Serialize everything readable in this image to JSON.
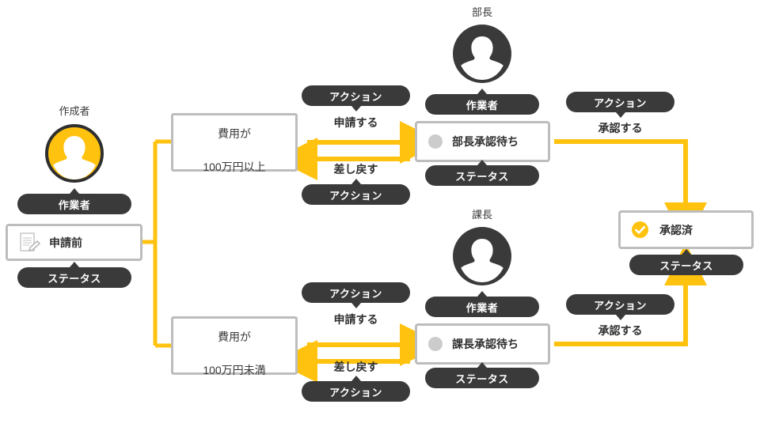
{
  "diagram": {
    "title": "",
    "colors": {
      "accent_yellow": "#FFC20E",
      "dark": "#3A3A3A",
      "border_gray": "#BDBDBD",
      "dot_gray": "#CCCCCC",
      "background": "#FFFFFF"
    },
    "actors": [
      {
        "id": "creator",
        "caption": "作成者",
        "role_pill": "作業者",
        "avatar_style": "yellow"
      },
      {
        "id": "bucho",
        "caption": "部長",
        "role_pill": "作業者",
        "avatar_style": "dark"
      },
      {
        "id": "kacho",
        "caption": "課長",
        "role_pill": "作業者",
        "avatar_style": "dark"
      }
    ],
    "statuses": [
      {
        "id": "before-apply",
        "label": "申請前",
        "pill": "ステータス",
        "icon": "document-pencil-icon"
      },
      {
        "id": "wait-bucho",
        "label": "部長承認待ち",
        "pill": "ステータス",
        "icon": "gray-dot-icon"
      },
      {
        "id": "wait-kacho",
        "label": "課長承認待ち",
        "pill": "ステータス",
        "icon": "gray-dot-icon"
      },
      {
        "id": "approved",
        "label": "承認済",
        "pill": "ステータス",
        "icon": "check-circle-icon"
      }
    ],
    "decisions": [
      {
        "id": "cost-high",
        "line1": "費用が",
        "line2": "100万円以上"
      },
      {
        "id": "cost-low",
        "line1": "費用が",
        "line2": "100万円未満"
      }
    ],
    "transitions": [
      {
        "id": "apply-high",
        "pill": "アクション",
        "label": "申請する",
        "direction": "right"
      },
      {
        "id": "return-high",
        "pill": "アクション",
        "label": "差し戻す",
        "direction": "left"
      },
      {
        "id": "approve-high",
        "pill": "アクション",
        "label": "承認する",
        "direction": "right"
      },
      {
        "id": "apply-low",
        "pill": "アクション",
        "label": "申請する",
        "direction": "right"
      },
      {
        "id": "return-low",
        "pill": "アクション",
        "label": "差し戻す",
        "direction": "left"
      },
      {
        "id": "approve-low",
        "pill": "アクション",
        "label": "承認する",
        "direction": "right"
      }
    ]
  }
}
